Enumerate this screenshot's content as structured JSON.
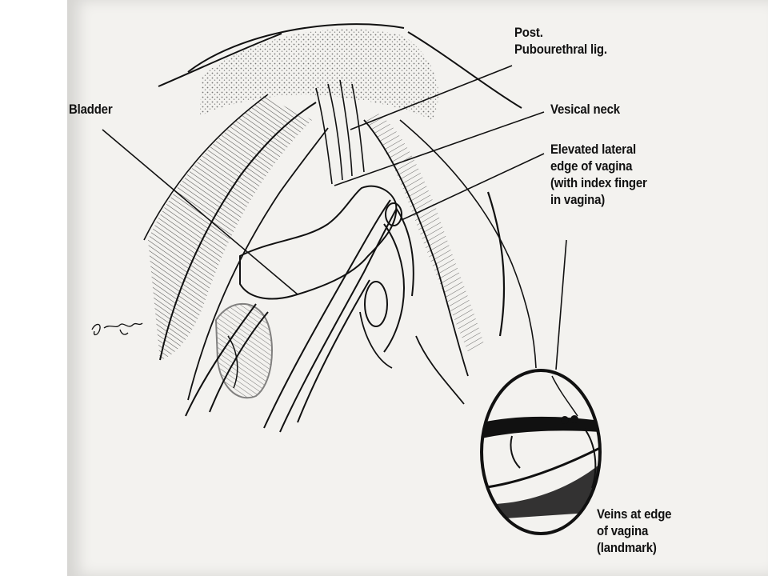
{
  "figure": {
    "labels": {
      "bladder": [
        "Bladder"
      ],
      "post_pubourethral_lig": [
        "Post.",
        "Pubourethral lig."
      ],
      "vesical_neck": [
        "Vesical neck"
      ],
      "elevated_lateral_edge": [
        "Elevated lateral",
        "edge of vagina",
        "(with index finger",
        "in vagina)"
      ],
      "veins_at_edge": [
        "Veins at edge",
        "of vagina",
        "(landmark)"
      ]
    },
    "icons": {
      "signature": "artist-signature",
      "inset": "magnified-inset-circle",
      "drawing": "pelvic-anatomy-illustration"
    },
    "colors": {
      "ink": "#111111",
      "paper": "#f3f2ef",
      "page": "#ffffff"
    }
  }
}
